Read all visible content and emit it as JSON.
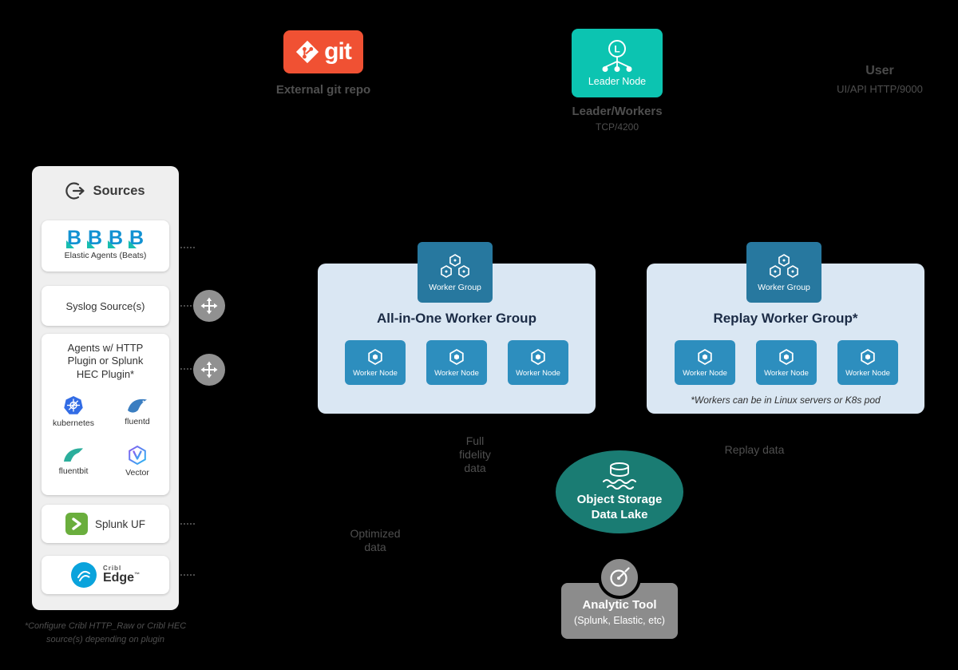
{
  "top": {
    "git": {
      "logo_text": "git",
      "caption": "External git repo"
    },
    "leader": {
      "letter": "L",
      "node_label": "Leader Node",
      "caption": "Leader/Workers",
      "protocol": "TCP/4200"
    },
    "user": {
      "title": "User",
      "subtitle": "UI/API HTTP/9000"
    }
  },
  "sources": {
    "title": "Sources",
    "beats_letter": "B",
    "beats_label": "Elastic Agents (Beats)",
    "syslog_label": "Syslog Source(s)",
    "agents_label": "Agents w/ HTTP Plugin or Splunk HEC Plugin*",
    "agent_logos": [
      {
        "name": "kubernetes"
      },
      {
        "name": "fluentd"
      },
      {
        "name": "fluentbit"
      },
      {
        "name": "Vector"
      }
    ],
    "splunk_label": "Splunk UF",
    "cribl_brand": "Cribl",
    "cribl_product": "Edge",
    "cribl_tm": "™",
    "footnote_line1": "*Configure Cribl HTTP_Raw or Cribl HEC",
    "footnote_line2": "source(s) depending on plugin"
  },
  "groups": {
    "all_in_one": {
      "badge": "Worker Group",
      "title": "All-in-One Worker Group",
      "nodes": [
        "Worker Node",
        "Worker Node",
        "Worker Node"
      ]
    },
    "replay": {
      "badge": "Worker Group",
      "title": "Replay Worker Group*",
      "nodes": [
        "Worker Node",
        "Worker Node",
        "Worker Node"
      ],
      "footnote": "*Workers can be in Linux servers or K8s pod"
    }
  },
  "flows": {
    "full_fidelity": "Full fidelity data",
    "optimized": "Optimized data",
    "replay": "Replay data"
  },
  "storage": {
    "title": "Object Storage Data Lake"
  },
  "analytic": {
    "title": "Analytic Tool",
    "subtitle": "(Splunk, Elastic, etc)"
  },
  "icons": {
    "git": "git-branch-diamond",
    "leader": "leader-cluster-tree",
    "sources_header": "arrow-exit-circle",
    "routing": "four-way-arrows",
    "worker_group": "hexagon-cluster",
    "worker_node": "hexagon",
    "storage": "database-over-waves",
    "analytic": "gauge-circle",
    "splunk": "green-chevron-square",
    "cribl": "blue-swirl-circle"
  },
  "colors": {
    "git_orange": "#F05133",
    "leader_teal": "#0CC4B1",
    "group_bg_blue": "#DAE7F3",
    "worker_group_blue": "#27789F",
    "worker_node_blue": "#2D8EBE",
    "storage_teal": "#1A7C73",
    "analytic_gray": "#8C8C8C",
    "splunk_green": "#6AAE3D",
    "cribl_blue": "#0AA3DC"
  }
}
